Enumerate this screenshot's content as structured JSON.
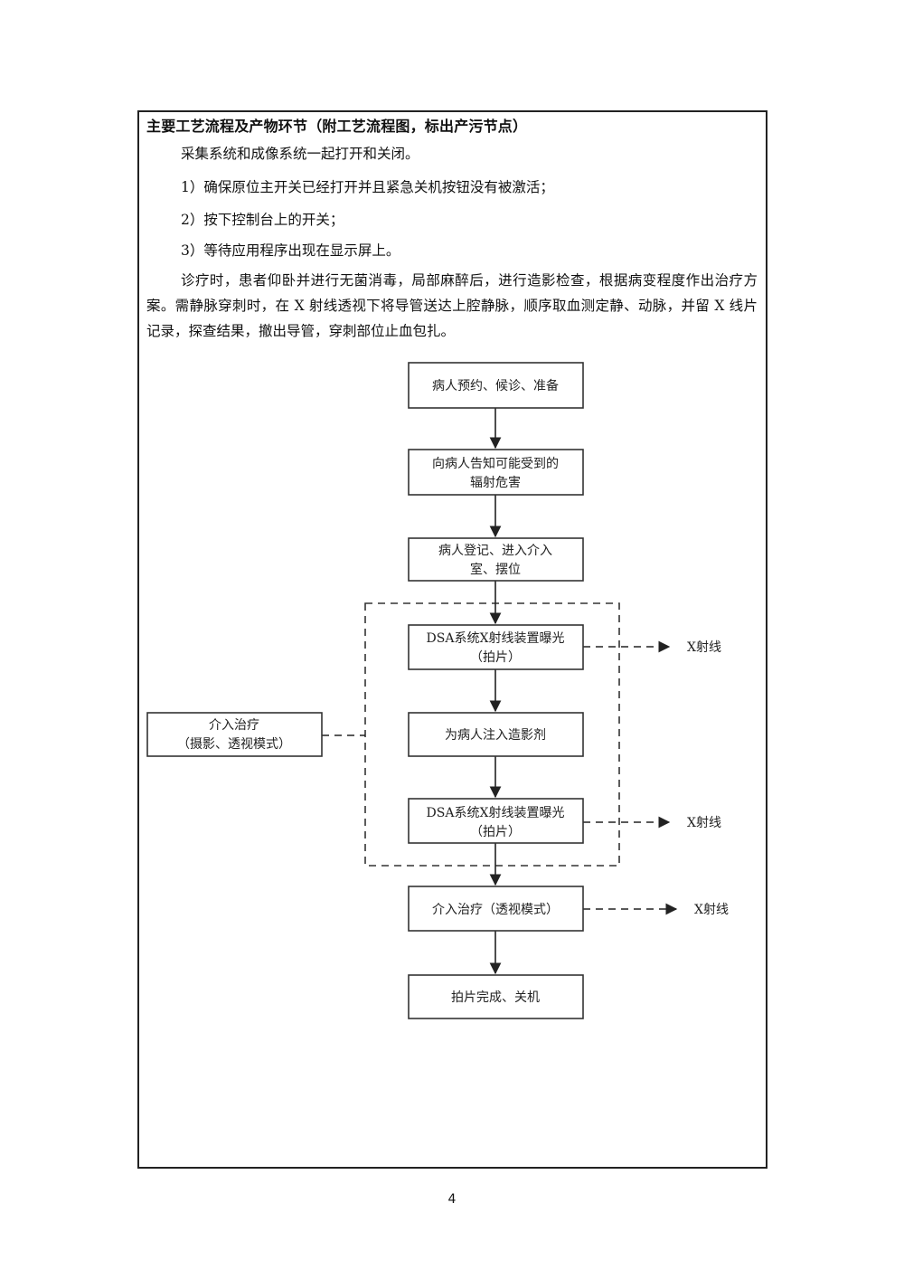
{
  "heading": "主要工艺流程及产物环节（附工艺流程图，标出产污节点）",
  "paragraphs": [
    "采集系统和成像系统一起打开和关闭。",
    "1）确保原位主开关已经打开并且紧急关机按钮没有被激活；",
    "2）按下控制台上的开关；",
    "3）等待应用程序出现在显示屏上。",
    "诊疗时，患者仰卧并进行无菌消毒，局部麻醉后，进行造影检查，根据病变程度作出治疗方案。需静脉穿刺时，在 X 射线透视下将导管送达上腔静脉，顺序取血测定静、动脉，并留 X 线片记录，探查结果，撤出导管，穿刺部位止血包扎。"
  ],
  "flowchart": {
    "steps": [
      {
        "lines": [
          "病人预约、候诊、准备"
        ]
      },
      {
        "lines": [
          "向病人告知可能受到的",
          "辐射危害"
        ]
      },
      {
        "lines": [
          "病人登记、进入介入",
          "室、摆位"
        ]
      },
      {
        "lines": [
          "DSA系统X射线装置曝光",
          "（拍片）"
        ]
      },
      {
        "lines": [
          "为病人注入造影剂"
        ]
      },
      {
        "lines": [
          "DSA系统X射线装置曝光",
          "（拍片）"
        ]
      },
      {
        "lines": [
          "介入治疗（透视模式）"
        ]
      },
      {
        "lines": [
          "拍片完成、关机"
        ]
      }
    ],
    "side_box": {
      "lines": [
        "介入治疗",
        "（摄影、透视模式）"
      ]
    },
    "emission_label": "X射线"
  },
  "page_number": "4",
  "colors": {
    "line": "#333333",
    "text": "#222222"
  }
}
